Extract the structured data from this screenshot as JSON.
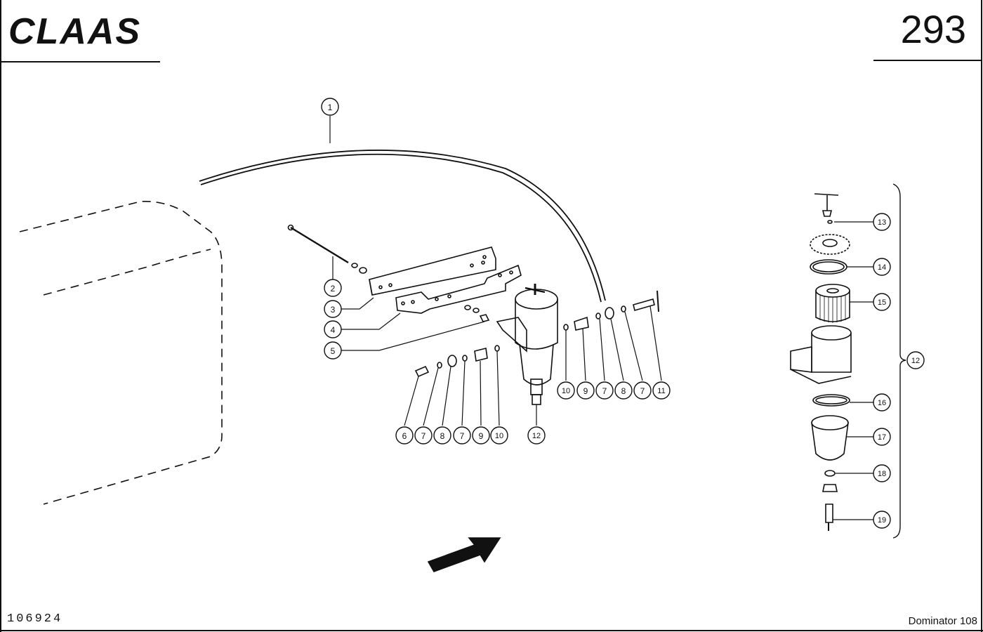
{
  "header": {
    "brand": "CLAAS",
    "page_number": "293"
  },
  "footer": {
    "drawing_number": "106924",
    "model": "Dominator 108"
  },
  "callouts": [
    "1",
    "2",
    "3",
    "4",
    "5",
    "6",
    "7",
    "8",
    "7",
    "9",
    "10",
    "12",
    "10",
    "9",
    "7",
    "8",
    "7",
    "11",
    "13",
    "14",
    "15",
    "12",
    "16",
    "17",
    "18",
    "19"
  ]
}
